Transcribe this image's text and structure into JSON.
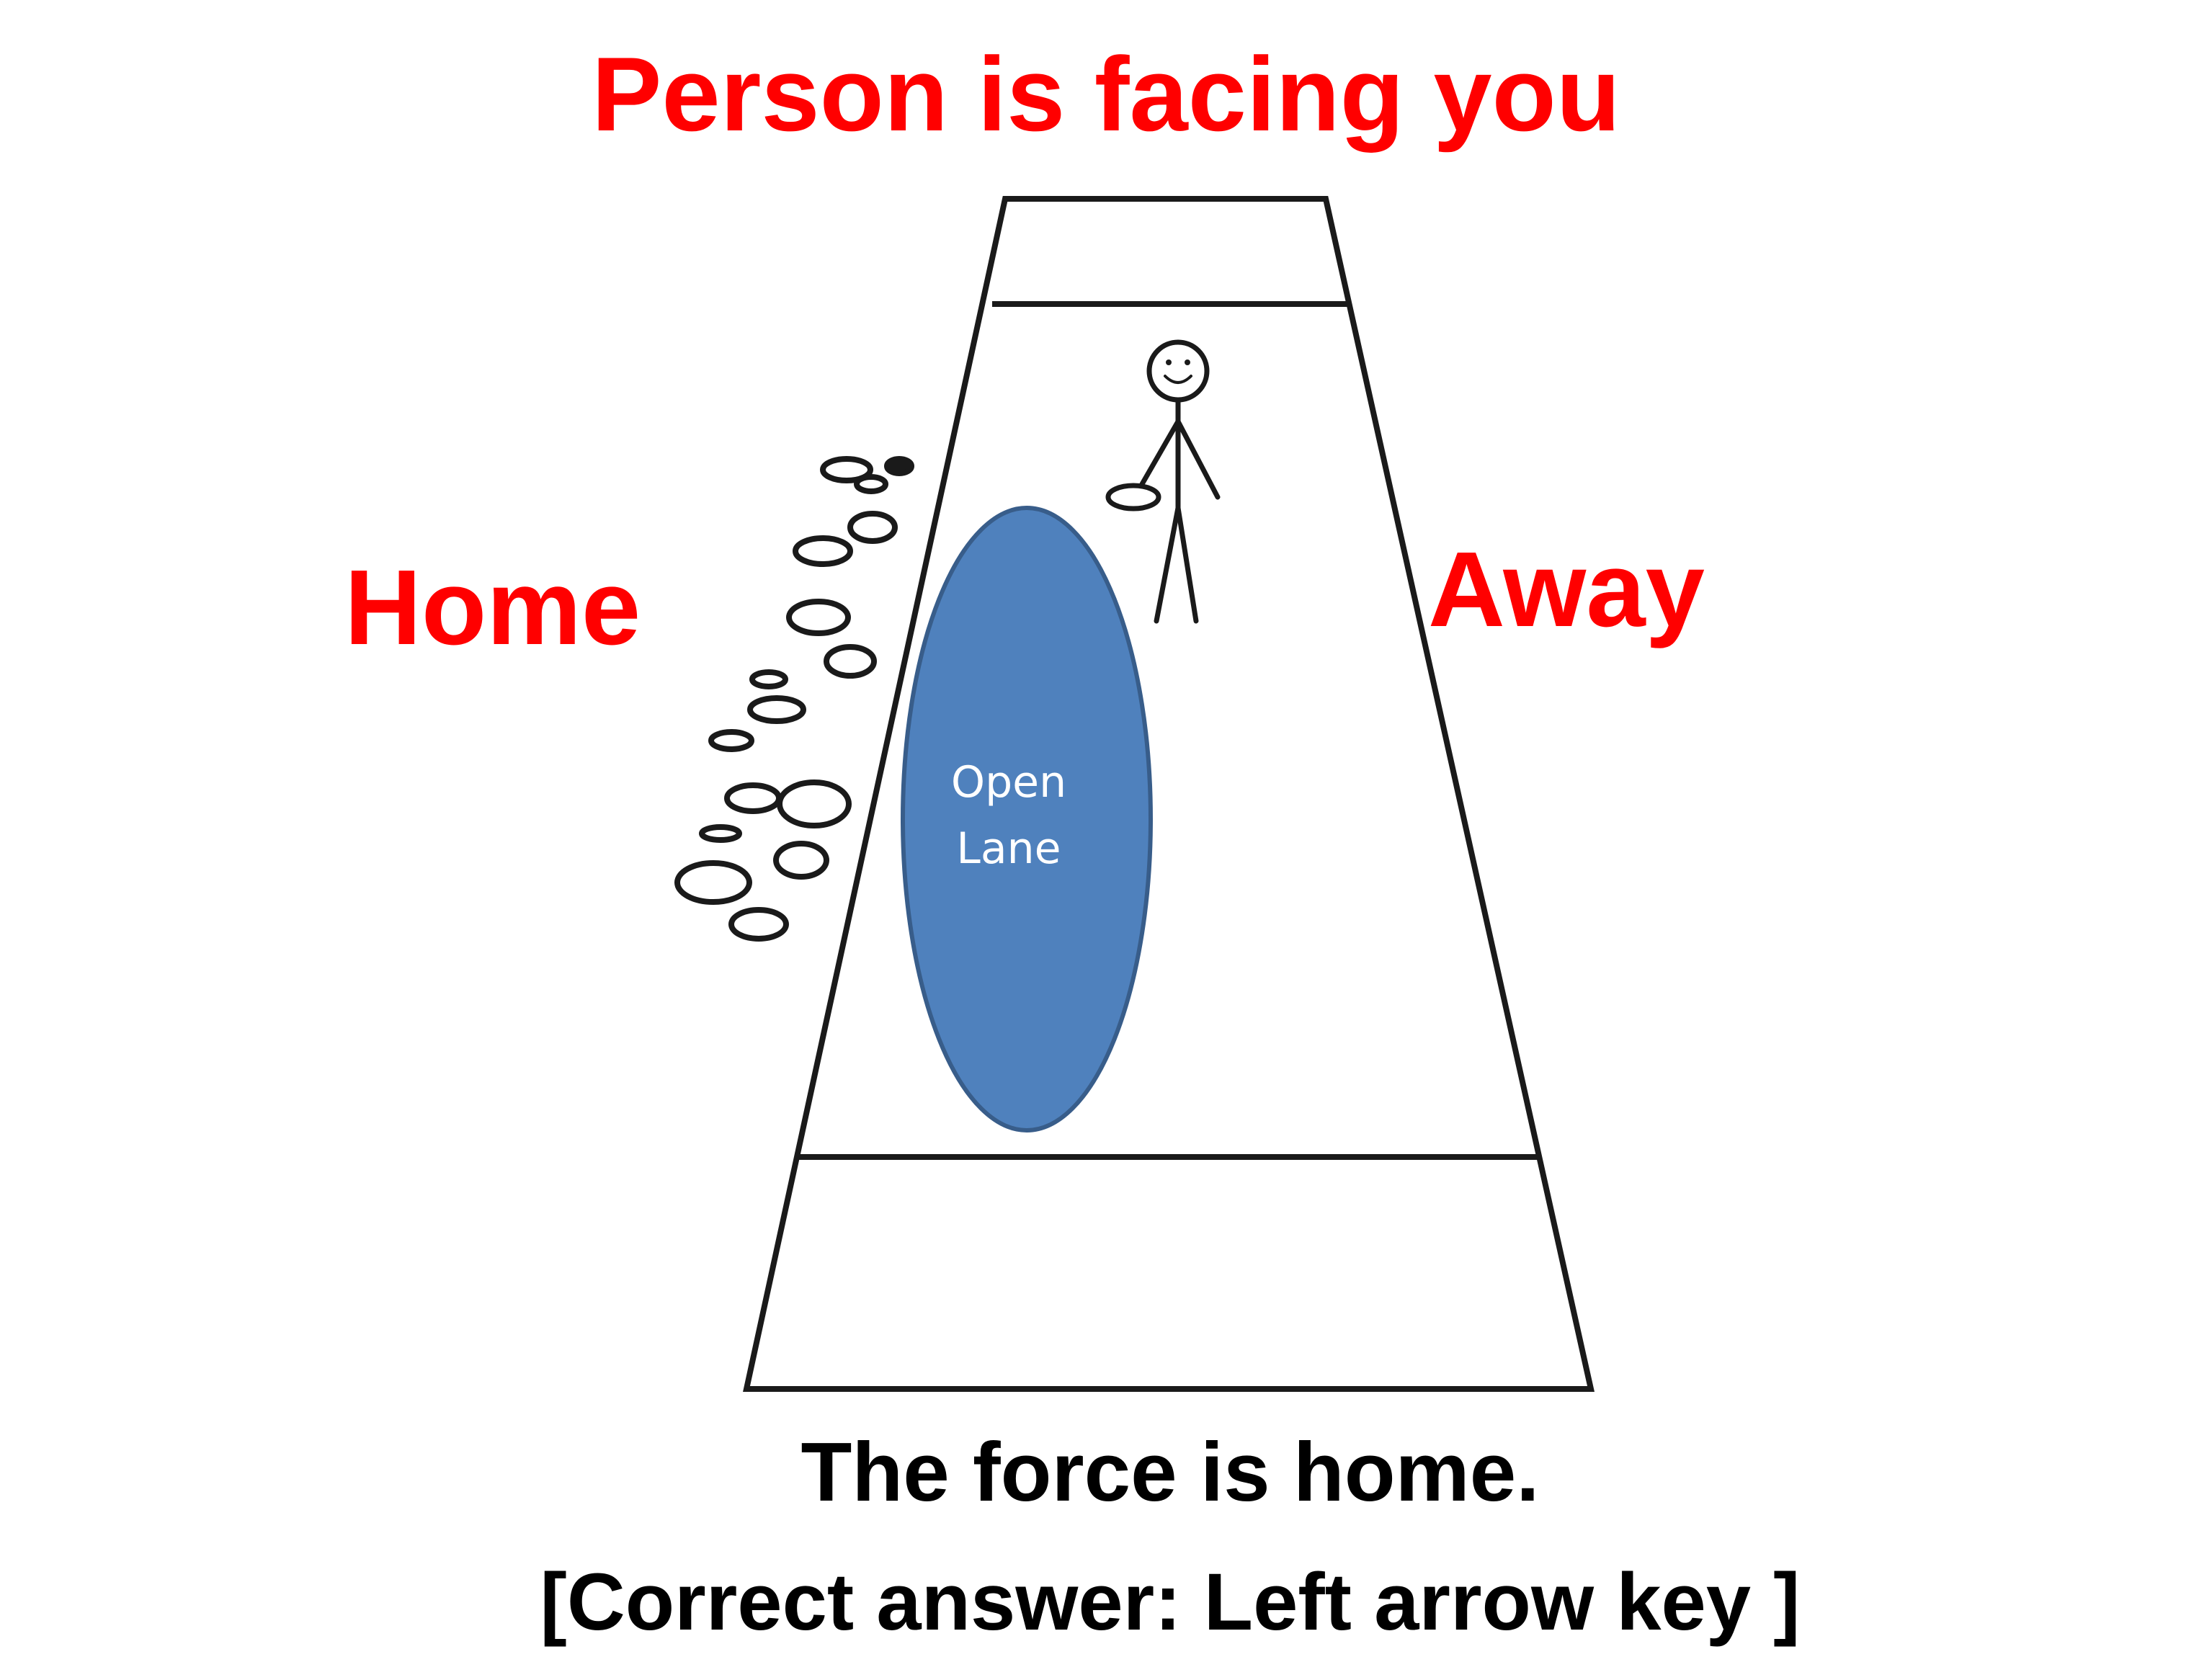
{
  "title": "Person is facing you",
  "sides": {
    "home": "Home",
    "away": "Away"
  },
  "lane": {
    "line1": "Open",
    "line2": "Lane"
  },
  "statement": "The force is home.",
  "answer": "[Correct answer: Left arrow key ]",
  "colors": {
    "accent": "#ff0000",
    "lane_fill": "#4f81bd",
    "lane_stroke": "#385d8a",
    "ink": "#1a1a1a"
  },
  "icons": {
    "figure": "stick-figure-icon",
    "dice": "disc-icon"
  }
}
